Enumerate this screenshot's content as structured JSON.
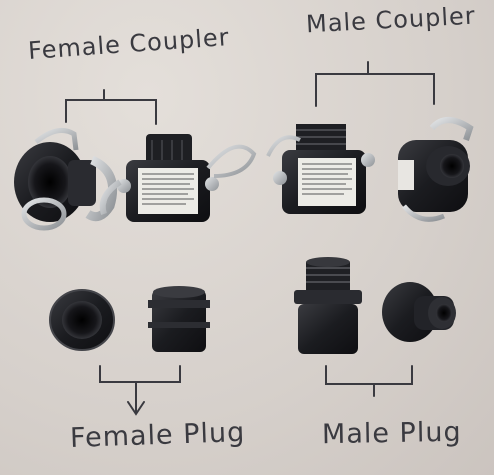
{
  "labels": {
    "female_coupler": "Female Coupler",
    "male_coupler": "Male Coupler",
    "female_plug": "Female Plug",
    "male_plug": "Male Plug"
  },
  "colors": {
    "paper": "#d9d3ce",
    "ink": "#3a3a40",
    "plastic": "#1c1c20",
    "metal": "#b9bcc0",
    "sticker": "#ecebe6"
  }
}
